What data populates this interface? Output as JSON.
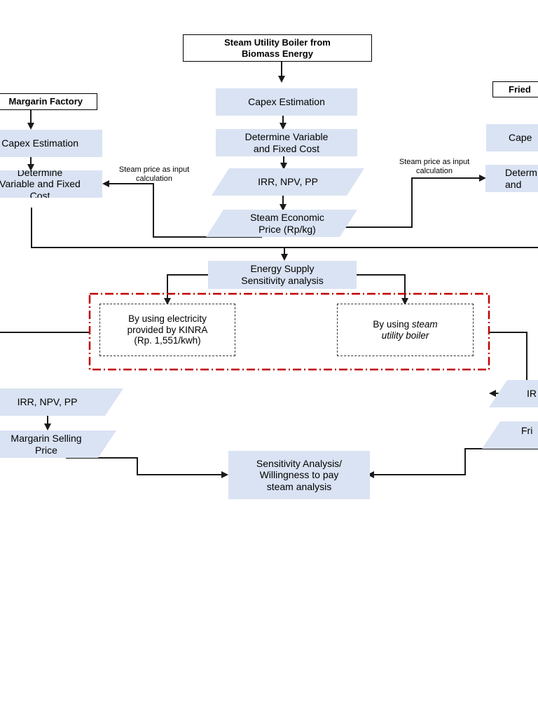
{
  "nodes": {
    "top_title": "Steam Utility Boiler from\nBiomass Energy",
    "center_capex": "Capex Estimation",
    "center_var_fixed": "Determine Variable\nand Fixed Cost",
    "center_irr": "IRR, NPV, PP",
    "center_steam_price": "Steam Economic\nPrice (Rp/kg)",
    "left_title": "Margarin Factory",
    "left_capex": "Capex Estimation",
    "left_var_fixed": "Determine\nVariable and Fixed\nCost",
    "left_irr": "IRR, NPV, PP",
    "left_selling": "Margarin Selling\nPrice",
    "right_title": "Fried",
    "right_capex": "Cape",
    "right_var_fixed": "Determ\nand",
    "right_irr": "IR",
    "right_price": "Fri",
    "energy_supply": "Energy Supply\nSensitivity analysis",
    "option_electricity": "By using electricity\nprovided by KINRA\n(Rp. 1,551/kwh)",
    "option_steam_prefix": "By using ",
    "option_steam_italic": "steam\nutility boiler",
    "sensitivity": "Sensitivity Analysis/\nWillingness to pay\nsteam analysis"
  },
  "notes": {
    "left_note": "Steam price as input\ncalculation",
    "right_note": "Steam price as input\ncalculation"
  },
  "colors": {
    "box_fill": "#dae3f3",
    "line": "#1a1a1a",
    "group_border": "#c00000"
  }
}
